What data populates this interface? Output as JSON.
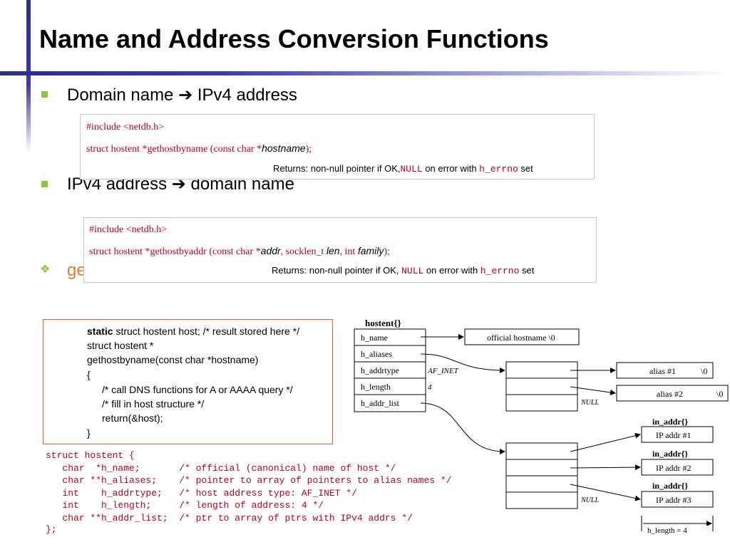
{
  "slide": {
    "title": "Name and Address Conversion Functions"
  },
  "bullets": [
    {
      "text": "Domain name ➔ IPv4 address"
    },
    {
      "text": "IPv4 address ➔ domain name"
    },
    {
      "text": "ge"
    }
  ],
  "code_box_1": {
    "line1": "#include <netdb.h>",
    "line2_prefix": "struct hostent *gethostbyname (const char *",
    "line2_param": "hostname",
    "line2_suffix": ");",
    "returns_prefix": "Returns: non-null pointer if OK,",
    "returns_null": "NULL",
    "returns_mid": " on error with ",
    "returns_var": "h_errno",
    "returns_suffix": " set"
  },
  "code_box_2": {
    "line1": "#include <netdb.h>",
    "line2_prefix": "struct hostent *gethostbyaddr (const char *",
    "line2_p1": "addr",
    "line2_sep1": ", socklen_t ",
    "line2_p2": "len",
    "line2_sep2": ", int ",
    "line2_p3": "family",
    "line2_suffix": ");",
    "returns_prefix": "Returns: non-null pointer if OK, ",
    "returns_null": "NULL",
    "returns_mid": " on error with ",
    "returns_var": "h_errno",
    "returns_suffix": " set"
  },
  "code_box_3": {
    "l1_kw": "static",
    "l1_rest": " struct hostent host; /* result stored here */",
    "l2": "struct hostent *",
    "l3": "gethostbyname(const char *hostname)",
    "l4": "{",
    "l5": "/* call DNS functions for A or AAAA query */",
    "l6": "/* fill in host structure */",
    "l7": "return(&host);",
    "l8": "}"
  },
  "struct_def": [
    "struct hostent {",
    "   char  *h_name;       /* official (canonical) name of host */",
    "   char **h_aliases;    /* pointer to array of pointers to alias names */",
    "   int    h_addrtype;   /* host address type: AF_INET */",
    "   int    h_length;     /* length of address: 4 */",
    "   char **h_addr_list;  /* ptr to array of ptrs with IPv4 addrs */",
    "};"
  ],
  "diagram": {
    "struct_title": "hostent{}",
    "fields": [
      "h_name",
      "h_aliases",
      "h_addrtype",
      "h_length",
      "h_addr_list"
    ],
    "addrtype_value": "AF_INET",
    "length_value": "4",
    "official_hostname": "official hostname \\0",
    "alias1": "alias #1",
    "alias1_term": "\\0",
    "alias2": "alias #2",
    "alias2_term": "\\0",
    "null1": "NULL",
    "null2": "NULL",
    "in_addr_title": "in_addr{}",
    "ip1": "IP addr #1",
    "ip2": "IP addr #2",
    "ip3": "IP addr #3",
    "h_length_note": "h_length = 4"
  },
  "colors": {
    "accent_bar": "#2d2d8a",
    "bullet": "#8cc63f",
    "code_red": "#b8001a",
    "box_border": "#e06030"
  }
}
